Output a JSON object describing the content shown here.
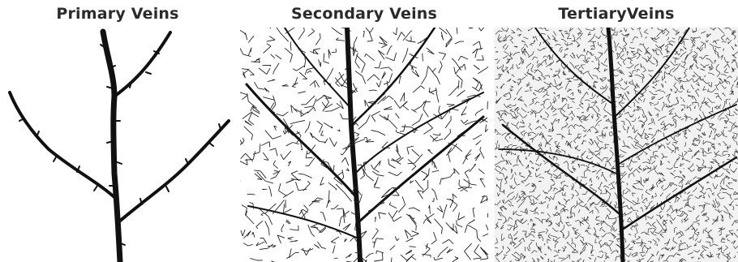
{
  "panels": [
    {
      "id": "primary",
      "title": "Primary Veins"
    },
    {
      "id": "secondary",
      "title": "Secondary Veins"
    },
    {
      "id": "tertiary",
      "title": "TertiaryVeins"
    }
  ]
}
